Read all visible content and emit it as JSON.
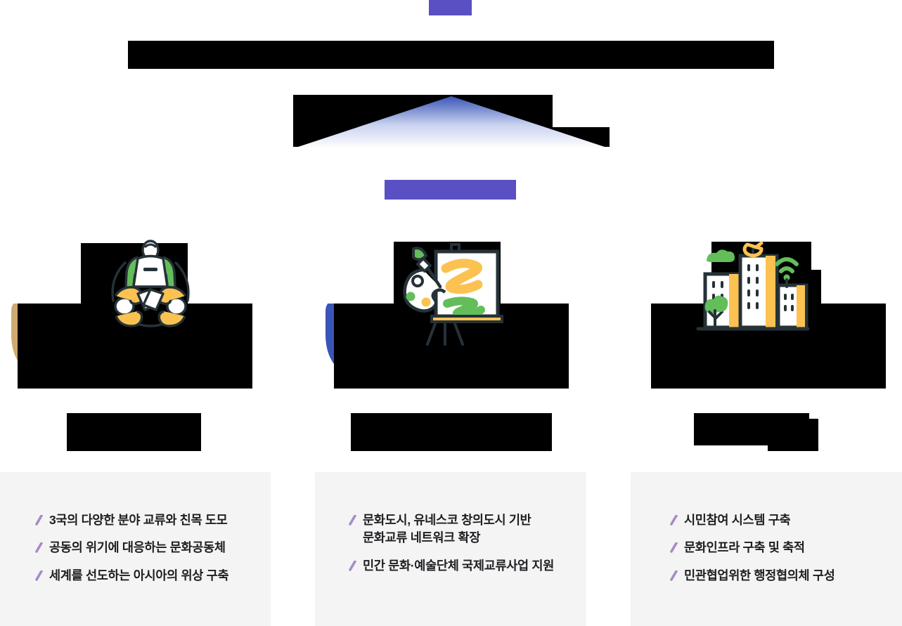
{
  "theme": {
    "accent_purple": "#5B4FC4",
    "panel_bg": "#F4F4F4",
    "bullet_tick": "#A78BC8",
    "text_dark": "#1E1E22",
    "chevron_gradient_from": "#3A55B8",
    "chevron_gradient_to": "#FFFFFF",
    "redaction": "#000000"
  },
  "header": {
    "top_tag_label": "",
    "headline_label": "",
    "chevron_label": "",
    "mid_tag_label": ""
  },
  "columns": [
    {
      "id": "exchange",
      "icon_name": "three-people-collaboration-icon",
      "arc_color": "#CFA972",
      "arc_dot_color": "#E3CBA3",
      "label": "",
      "bullets": [
        "3국의 다양한 분야 교류와 친목 도모",
        "공동의 위기에 대응하는 문화공동체",
        "세계를 선도하는 아시아의 위상 구축"
      ]
    },
    {
      "id": "culture",
      "icon_name": "easel-palette-art-icon",
      "arc_color": "#3A55B8",
      "arc_dot_color": "#3E8FD6",
      "label": "",
      "bullets": [
        "문화도시, 유네스코 창의도시 기반\n문화교류 네트워크 확장",
        "민간 문화·예술단체 국제교류사업 지원"
      ]
    },
    {
      "id": "city",
      "icon_name": "smart-city-skyline-icon",
      "arc_color": "#3D0F8F",
      "arc_dot_color": "#5B4FC4",
      "label": "",
      "bullets": [
        "시민참여 시스템 구축",
        "문화인프라 구축 및 축적",
        "민관협업위한 행정협의체 구성"
      ]
    }
  ]
}
